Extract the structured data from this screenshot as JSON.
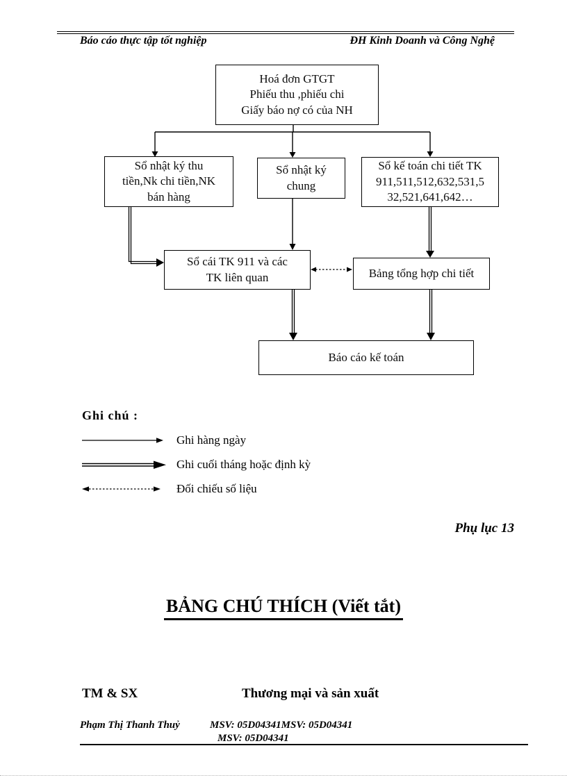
{
  "header": {
    "left_title": "Báo cáo thực tập tốt nghiệp",
    "right_title": "ĐH Kinh Doanh và Công Nghệ"
  },
  "flowchart": {
    "boxes": {
      "source_documents": "Hoá đơn GTGT\nPhiếu thu ,phiếu chi\nGiấy báo nợ có của NH",
      "cash_journals": "Sổ nhật ký thu\ntiền,Nk chi tiền,NK\nbán hàng",
      "general_journal": "Sổ nhật ký\nchung",
      "detail_ledgers": "Sổ kế toán chi tiết TK\n911,511,512,632,531,5\n32,521,641,642…",
      "general_ledger": "Sổ cái TK 911 và các\nTK liên quan",
      "summary_table": "Bảng tổng hợp chi tiết",
      "accounting_reports": "Báo cáo kế toán"
    }
  },
  "legend": {
    "title": "Ghi chú :",
    "items": [
      {
        "arrow": "solid-single",
        "label": "Ghi hàng ngày"
      },
      {
        "arrow": "solid-double",
        "label": "Ghi cuối tháng hoặc định kỳ"
      },
      {
        "arrow": "dotted-double",
        "label": "Đối chiếu số liệu"
      }
    ]
  },
  "appendix_label": "Phụ lục 13",
  "glossary": {
    "title": "BẢNG CHÚ THÍCH (Viết tắt)",
    "entries": [
      {
        "abbr": "TM & SX",
        "meaning": "Thương mại và sản xuất"
      }
    ]
  },
  "footer": {
    "author": "Phạm Thị Thanh Thuỷ",
    "msv_inline": "MSV: 05D04341MSV: 05D04341",
    "msv_line2": "MSV: 05D04341"
  },
  "colors": {
    "ink": "#000000",
    "page_edge_dots": "#b5b5b5"
  }
}
